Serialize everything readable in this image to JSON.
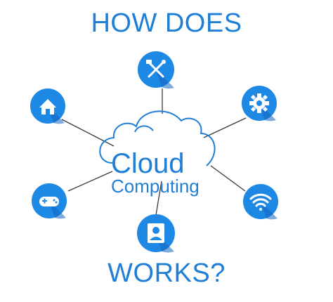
{
  "headline": {
    "top": "HOW DOES",
    "bottom": "WORKS?"
  },
  "center": {
    "word1": "Cloud",
    "word2": "Computing"
  },
  "nodes": [
    {
      "icon": "tools-icon"
    },
    {
      "icon": "home-icon"
    },
    {
      "icon": "gear-icon"
    },
    {
      "icon": "gamepad-icon"
    },
    {
      "icon": "wifi-icon"
    },
    {
      "icon": "user-icon"
    }
  ],
  "colors": {
    "accent": "#1f7fd6",
    "node_fill": "#1e88e5",
    "node_shadow": "#1565c0",
    "line": "#3a3a3a"
  }
}
